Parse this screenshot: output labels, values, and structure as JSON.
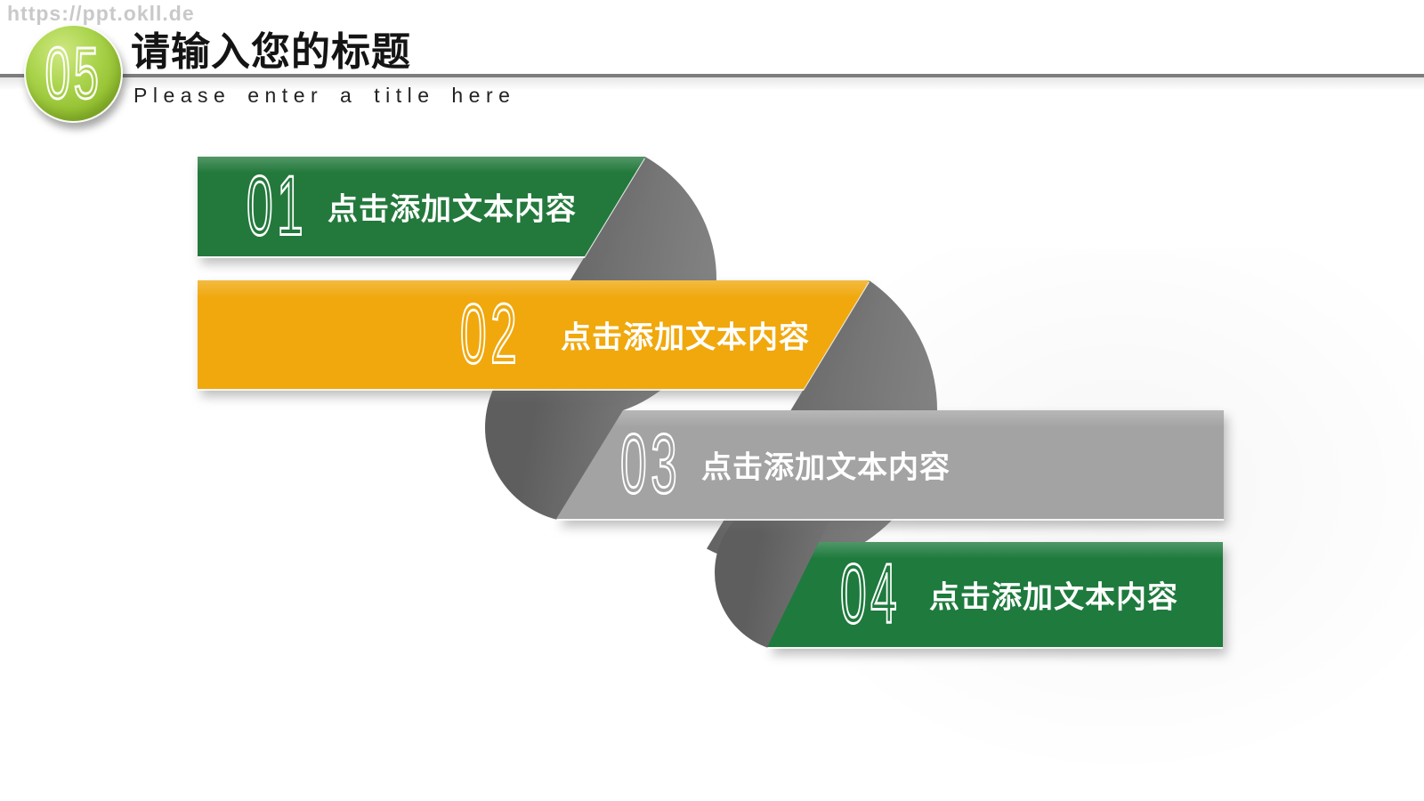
{
  "watermark": "https://ppt.okll.de",
  "header": {
    "section_number": "05",
    "title": "请输入您的标题",
    "subtitle": "Please enter a title here"
  },
  "items": [
    {
      "number": "01",
      "label": "点击添加文本内容",
      "fill": "#23793c"
    },
    {
      "number": "02",
      "label": "点击添加文本内容",
      "fill": "#f0a80d"
    },
    {
      "number": "03",
      "label": "点击添加文本内容",
      "fill": "#a3a3a3"
    },
    {
      "number": "04",
      "label": "点击添加文本内容",
      "fill": "#1e7a3d"
    }
  ],
  "colors": {
    "badge_green": "#9cc83e",
    "divider_gray": "#7d7d7d",
    "fold_dark_gray": "#666666",
    "banner_text_white": "#ffffff",
    "title_black": "#141414",
    "watermark_gray": "#c9c9c9"
  }
}
